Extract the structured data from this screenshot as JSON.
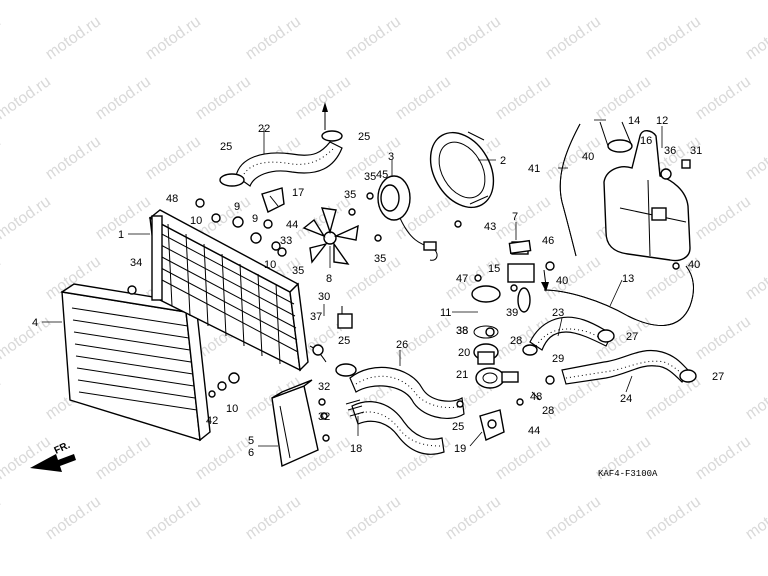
{
  "watermark": "motod.ru",
  "diagram_code": "KAF4-F3100A",
  "front_label": "FR.",
  "callouts": [
    {
      "id": "c1",
      "label": "1"
    },
    {
      "id": "c2",
      "label": "2"
    },
    {
      "id": "c3",
      "label": "3"
    },
    {
      "id": "c4",
      "label": "4"
    },
    {
      "id": "c5",
      "label": "5"
    },
    {
      "id": "c6",
      "label": "6"
    },
    {
      "id": "c7",
      "label": "7"
    },
    {
      "id": "c8",
      "label": "8"
    },
    {
      "id": "c9a",
      "label": "9"
    },
    {
      "id": "c9b",
      "label": "9"
    },
    {
      "id": "c10a",
      "label": "10"
    },
    {
      "id": "c10b",
      "label": "10"
    },
    {
      "id": "c10c",
      "label": "10"
    },
    {
      "id": "c11",
      "label": "11"
    },
    {
      "id": "c12",
      "label": "12"
    },
    {
      "id": "c13",
      "label": "13"
    },
    {
      "id": "c14",
      "label": "14"
    },
    {
      "id": "c15",
      "label": "15"
    },
    {
      "id": "c16",
      "label": "16"
    },
    {
      "id": "c17",
      "label": "17"
    },
    {
      "id": "c18",
      "label": "18"
    },
    {
      "id": "c19",
      "label": "19"
    },
    {
      "id": "c20",
      "label": "20"
    },
    {
      "id": "c21",
      "label": "21"
    },
    {
      "id": "c22",
      "label": "22"
    },
    {
      "id": "c23",
      "label": "23"
    },
    {
      "id": "c24",
      "label": "24"
    },
    {
      "id": "c25a",
      "label": "25"
    },
    {
      "id": "c25b",
      "label": "25"
    },
    {
      "id": "c25c",
      "label": "25"
    },
    {
      "id": "c25d",
      "label": "25"
    },
    {
      "id": "c26",
      "label": "26"
    },
    {
      "id": "c27a",
      "label": "27"
    },
    {
      "id": "c27b",
      "label": "27"
    },
    {
      "id": "c28a",
      "label": "28"
    },
    {
      "id": "c28b",
      "label": "28"
    },
    {
      "id": "c29",
      "label": "29"
    },
    {
      "id": "c30",
      "label": "30"
    },
    {
      "id": "c31",
      "label": "31"
    },
    {
      "id": "c32a",
      "label": "32"
    },
    {
      "id": "c32b",
      "label": "32"
    },
    {
      "id": "c33",
      "label": "33"
    },
    {
      "id": "c34",
      "label": "34"
    },
    {
      "id": "c35a",
      "label": "35"
    },
    {
      "id": "c35b",
      "label": "35"
    },
    {
      "id": "c35c",
      "label": "35"
    },
    {
      "id": "c35d",
      "label": "35"
    },
    {
      "id": "c36",
      "label": "36"
    },
    {
      "id": "c37",
      "label": "37"
    },
    {
      "id": "c38a",
      "label": "38"
    },
    {
      "id": "c38b",
      "label": "38"
    },
    {
      "id": "c39",
      "label": "39"
    },
    {
      "id": "c40a",
      "label": "40"
    },
    {
      "id": "c40b",
      "label": "40"
    },
    {
      "id": "c40c",
      "label": "40"
    },
    {
      "id": "c41",
      "label": "41"
    },
    {
      "id": "c42",
      "label": "42"
    },
    {
      "id": "c43",
      "label": "43"
    },
    {
      "id": "c44a",
      "label": "44"
    },
    {
      "id": "c44b",
      "label": "44"
    },
    {
      "id": "c45",
      "label": "45"
    },
    {
      "id": "c46",
      "label": "46"
    },
    {
      "id": "c47",
      "label": "47"
    },
    {
      "id": "c48a",
      "label": "48"
    },
    {
      "id": "c48b",
      "label": "48"
    }
  ]
}
